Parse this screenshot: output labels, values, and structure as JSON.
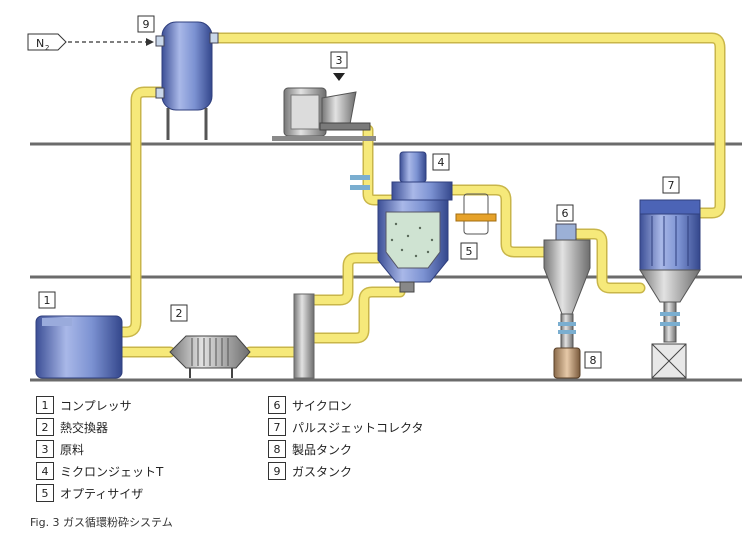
{
  "diagram": {
    "gas_label": "N",
    "gas_subscript": "2",
    "tags": [
      "1",
      "2",
      "3",
      "4",
      "5",
      "6",
      "7",
      "8",
      "9"
    ]
  },
  "legend": {
    "left": [
      {
        "num": "1",
        "label": "コンプレッサ"
      },
      {
        "num": "2",
        "label": "熱交換器"
      },
      {
        "num": "3",
        "label": "原料"
      },
      {
        "num": "4",
        "label": "ミクロンジェットT"
      },
      {
        "num": "5",
        "label": "オプティサイザ"
      }
    ],
    "right": [
      {
        "num": "6",
        "label": "サイクロン"
      },
      {
        "num": "7",
        "label": "パルスジェットコレクタ"
      },
      {
        "num": "8",
        "label": "製品タンク"
      },
      {
        "num": "9",
        "label": "ガスタンク"
      }
    ]
  },
  "caption": "Fig. 3 ガス循環粉砕システム",
  "colors": {
    "pipe_fill": "#f6e97a",
    "pipe_edge": "#c9b649",
    "equipment_blue": "#6f86c8",
    "floor": "#6b6b6b"
  }
}
